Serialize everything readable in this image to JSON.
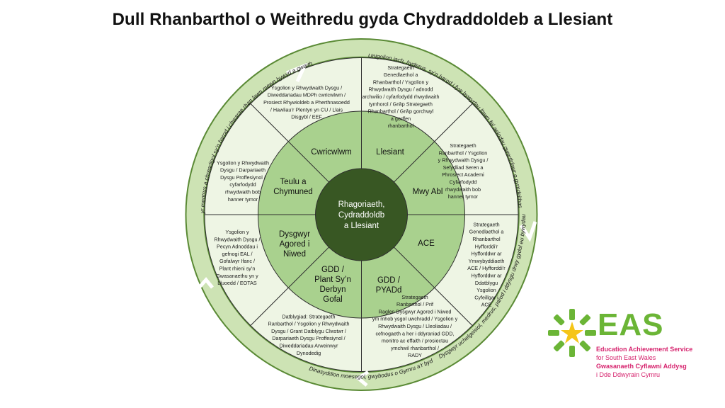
{
  "title": "Dull Rhanbarthol o Weithredu gyda Chydraddoldeb a Llesiant",
  "colors": {
    "outer_ring": "#cde3b4",
    "ring_border": "#5a8a35",
    "middle_ring": "#eef5e4",
    "inner_ring": "#a9d18e",
    "center": "#385723",
    "lines": "#2f2f2f",
    "logo_green": "#6bb536",
    "logo_pink": "#d6246e",
    "star": "#f5c518"
  },
  "ring_texts": [
    "Unigolion iach, hyderus, sy’n barod i fyw bywydau llawn fel aelodau gwerthfawr o gymdeithas",
    "Dysgwyr uchelgeisiol, medrus, parod i ddysgu drwy gydol eu bywydau",
    "Dinasyddion moesegol, gwybodus o Gymru a’r byd",
    "Cyfranwyr mentrus a chreadigol sy’n barod i chwarae rhan lawn mewn bywyd a gwaith"
  ],
  "center": [
    "Rhagoriaeth,",
    "Cydraddoldb",
    "a Llesiant"
  ],
  "inner_segments": [
    [
      "Llesiant"
    ],
    [
      "Mwy Abl"
    ],
    [
      "ACE"
    ],
    [
      "GDD /",
      "PYADd"
    ],
    [
      "GDD /",
      "Plant Sy’n",
      "Derbyn",
      "Gofal"
    ],
    [
      "Dysgwyr",
      "Agored i",
      "Niwed"
    ],
    [
      "Teulu a",
      "Chymuned"
    ],
    [
      "Cwricwlwm"
    ]
  ],
  "outer_segments": [
    [
      "Strategaeth",
      "Genedlaethol a",
      "Rhanbarthol / Ysgolion y",
      "Rhwydwaith Dysgu / adnodd",
      "archwilio / cyfarfodydd rhwydwaith",
      "tymhorol / Grŵp Strategaeth",
      "Rhanbarthol / Grŵp gorchwyl",
      "a gorffen",
      "rhanbarthol"
    ],
    [
      "Strategaeth",
      "Ranbarthol / Ysgolion",
      "y Rhwydwaith Dysgu /",
      "Sefydliad Seren a",
      "Phrosiect Academi",
      "Cyfarfodydd",
      "rhwydwaith bob",
      "hanner tymor"
    ],
    [
      "Strategaeth",
      "Genedlaethol a",
      "Rhanbarthol",
      "Hyfforddi’r",
      "Hyfforddwr ar",
      "Ymwybyddiaeth",
      "ACE / Hyfforddi’r",
      "Hyfforddwr ar",
      "Ddatblygu",
      "Ysgolion",
      "Cyfeillgar i",
      "ACE"
    ],
    [
      "Strategaeth",
      "Ranbarthol / Prif",
      "Raglen Dysgwyr Agored i Niwed",
      "ym mhob ysgol uwchradd / Ysgolion y",
      "Rhwydwaith Dysgu / Lleoliadau /",
      "cefnogaeth a her i ddyraniad GDD,",
      "monitro ac effaith / prosiectau",
      "ymchwil rhanbarthol /",
      "RADY"
    ],
    [
      "Datblygiad: Strategaeth",
      "Ranbarthol / Ysgolion y Rhwydwaith",
      "Dysgu / Grant Datblygu Clwstwr /",
      "Darpariaeth Dysgu Proffesiynol /",
      "Diweddariadau Arweinwyr",
      "Dynodedig"
    ],
    [
      "Ysgolion y",
      "Rhwydwaith Dysgu /",
      "Pecyn Adnoddau i",
      "gefnogi EAL /",
      "Gofalwyr Ifanc /",
      "Plant rhieni sy’n",
      "Gwasanaethu yn y",
      "Lluoedd / EOTAS"
    ],
    [
      "Ysgolion y Rhwydwaith",
      "Dysgu / Darpariaeth",
      "Dysgu Proffesiynol /",
      "cyfarfodydd",
      "rhwydwaith bob",
      "hanner tymor"
    ],
    [
      "Ysgolion y Rhwydwaith Dysgu /",
      "Diweddariadau MDPh cwricwlwm /",
      "Prosiect Rhywioldeb a Pherthnasoedd",
      "/ Hawliau’r Plentyn yn CU / Llais",
      "Disgybl / EEF"
    ]
  ],
  "logo": {
    "wordmark": "EAS",
    "line1": "Education Achievement Service",
    "line2": "for South East Wales",
    "line3": "Gwasanaeth Cyflawni Addysg",
    "line4": "i Dde Ddwyrain Cymru"
  }
}
